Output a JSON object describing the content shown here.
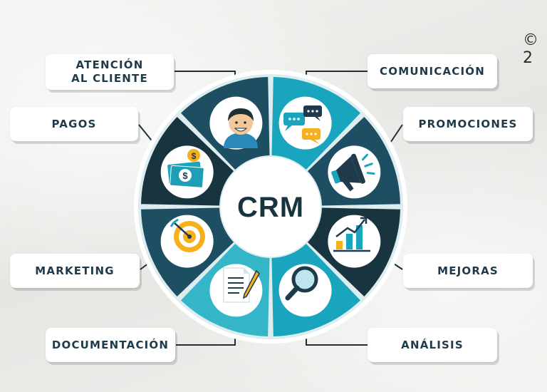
{
  "center": {
    "title": "CRM"
  },
  "copyright": "© 2",
  "segments": [
    {
      "label": "ATENCIÓN\nAL CLIENTE",
      "icon": "customer-service-person-icon"
    },
    {
      "label": "COMUNICACIÓN",
      "icon": "chat-bubbles-icon"
    },
    {
      "label": "PROMOCIONES",
      "icon": "megaphone-icon"
    },
    {
      "label": "MEJORAS",
      "icon": "growth-bar-chart-icon"
    },
    {
      "label": "ANÁLISIS",
      "icon": "magnifying-glass-icon"
    },
    {
      "label": "DOCUMENTACIÓN",
      "icon": "document-pen-icon"
    },
    {
      "label": "MARKETING",
      "icon": "target-arrow-icon"
    },
    {
      "label": "PAGOS",
      "icon": "money-dollar-icon"
    }
  ],
  "colors": {
    "dark": "#1d4e62",
    "teal": "#1aa5be",
    "light_teal": "#34b6c8",
    "navy": "#17343f",
    "text": "#1f3a4a",
    "accent_yellow": "#f6b01b"
  }
}
